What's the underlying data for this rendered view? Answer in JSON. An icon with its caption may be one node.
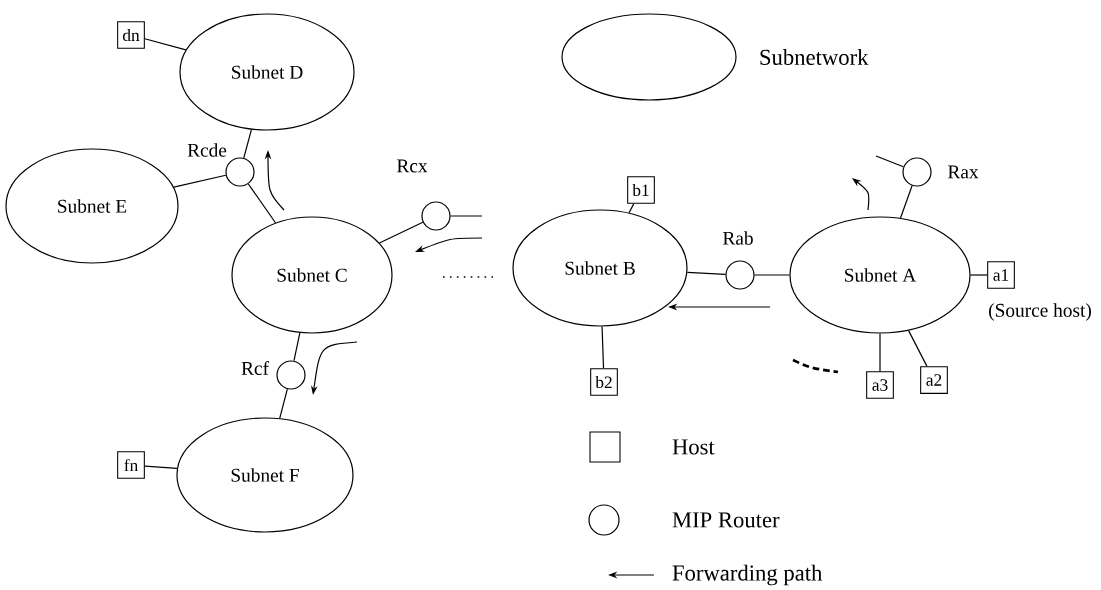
{
  "diagram": {
    "nodes": [
      {
        "text": [
          "dn"
        ]
      },
      {
        "text": [
          "Subnet D"
        ]
      },
      {
        "text": [
          "Rcde"
        ]
      },
      {
        "text": [
          "Subnet E"
        ]
      },
      {
        "text": [
          "Rcx"
        ]
      },
      {
        "text": [
          "Subnet C"
        ]
      },
      {
        "text": [
          "Subnet B"
        ]
      },
      {
        "text": [
          "b1"
        ]
      },
      {
        "text": [
          "b2"
        ]
      },
      {
        "text": [
          "Rab"
        ]
      },
      {
        "text": [
          "Subnet A"
        ]
      },
      {
        "text": [
          "Rax"
        ]
      },
      {
        "text": [
          "a1"
        ],
        "beside": [
          "(Source host)"
        ]
      },
      {
        "text": [
          "a2"
        ]
      },
      {
        "text": [
          "a3"
        ]
      },
      {
        "text": [
          "Rcf"
        ]
      },
      {
        "text": [
          "Subnet F"
        ]
      },
      {
        "text": [
          "fn"
        ]
      }
    ],
    "edges": [
      {
        "from": 0,
        "to": 1,
        "arrow": "none"
      },
      {
        "from": 1,
        "to": 2,
        "arrow": "none"
      },
      {
        "from": 2,
        "to": 3,
        "arrow": "none"
      },
      {
        "from": 2,
        "to": 5,
        "arrow": "none"
      },
      {
        "from": 4,
        "to": 5,
        "arrow": "none"
      },
      {
        "from": 4,
        "to": null,
        "arrow": "none"
      },
      {
        "from": 5,
        "to": 15,
        "arrow": "none"
      },
      {
        "from": 15,
        "to": 16,
        "arrow": "none"
      },
      {
        "from": 17,
        "to": 16,
        "arrow": "none"
      },
      {
        "from": 7,
        "to": 6,
        "arrow": "none"
      },
      {
        "from": 8,
        "to": 6,
        "arrow": "none"
      },
      {
        "from": 6,
        "to": 9,
        "arrow": "none"
      },
      {
        "from": 9,
        "to": 10,
        "arrow": "none"
      },
      {
        "from": 11,
        "to": 10,
        "arrow": "none"
      },
      {
        "from": 11,
        "to": null,
        "arrow": "none"
      },
      {
        "from": 10,
        "to": 12,
        "arrow": "none"
      },
      {
        "from": 10,
        "to": 13,
        "arrow": "none"
      },
      {
        "from": 10,
        "to": 14,
        "arrow": "none"
      }
    ],
    "legend": [
      {
        "text": "Subnetwork"
      },
      {
        "text": "Host"
      },
      {
        "text": "MIP Router"
      },
      {
        "text": "Forwarding path"
      }
    ]
  }
}
